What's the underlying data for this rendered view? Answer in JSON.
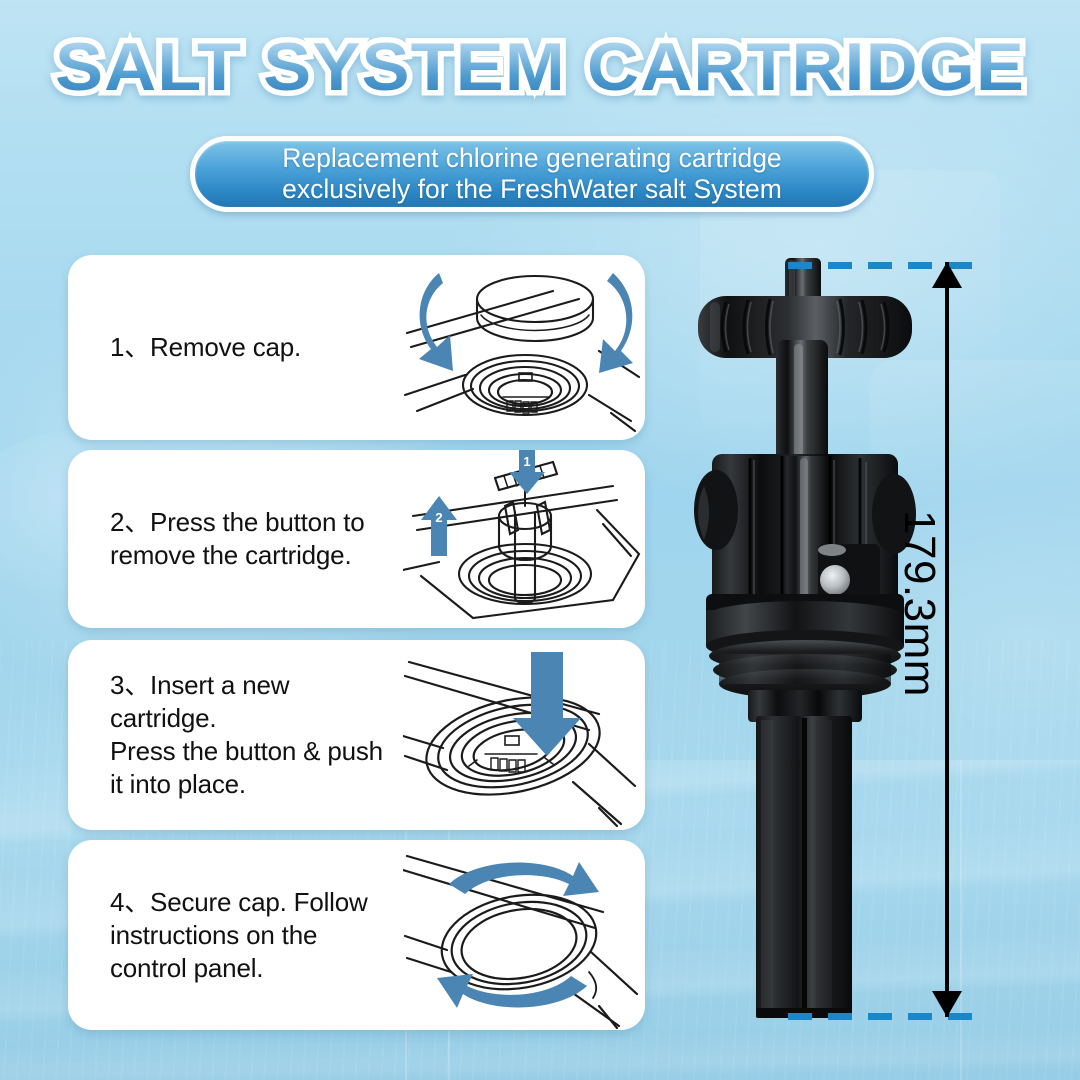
{
  "page": {
    "title": "SALT SYSTEM CARTRIDGE",
    "subtitle_line1": "Replacement chlorine generating cartridge",
    "subtitle_line2": "exclusively for the FreshWater salt System"
  },
  "colors": {
    "background_top": "#bfe4f4",
    "background_bottom": "#97cde6",
    "title_gradient_light": "#cfe9f8",
    "title_gradient_dark": "#2b7ab5",
    "subtitle_pill": "#2b86c4",
    "card_background": "#ffffff",
    "arrow_blue": "#4a85b4",
    "dashed_guide": "#1a87c8",
    "dimension_line": "#000000",
    "product_body": "#181818"
  },
  "steps": [
    {
      "number": "1",
      "text": "1、Remove cap.",
      "lines": [
        "1、Remove cap."
      ],
      "art": "cap-rotate-diagram",
      "arrows": [
        "rotate-left",
        "rotate-right"
      ]
    },
    {
      "number": "2",
      "text": "2、Press the button to remove the cartridge.",
      "lines": [
        "2、Press the button to",
        "remove the cartridge."
      ],
      "art": "press-button-remove-diagram",
      "arrows": [
        "down-1",
        "up-2"
      ],
      "arrow_labels": [
        "1",
        "2"
      ]
    },
    {
      "number": "3",
      "text": "3、Insert a new cartridge. Press the button & push it into place.",
      "lines": [
        "3、Insert a new cartridge.",
        "Press the button & push",
        "it into place."
      ],
      "art": "insert-cartridge-diagram",
      "arrows": [
        "down"
      ]
    },
    {
      "number": "4",
      "text": "4、Secure cap. Follow instructions on the control panel.",
      "lines": [
        "4、Secure cap. Follow",
        "instructions on the",
        "control panel."
      ],
      "art": "secure-cap-diagram",
      "arrows": [
        "rotate-top",
        "rotate-bottom"
      ]
    }
  ],
  "dimension": {
    "label": "179.3mm",
    "orientation": "vertical",
    "measures": "overall cartridge height"
  },
  "product": {
    "name": "salt-system-cartridge",
    "parts": [
      "t-handle",
      "shaft",
      "body-housing",
      "release-button",
      "collar-flange",
      "electrode-blade"
    ]
  }
}
